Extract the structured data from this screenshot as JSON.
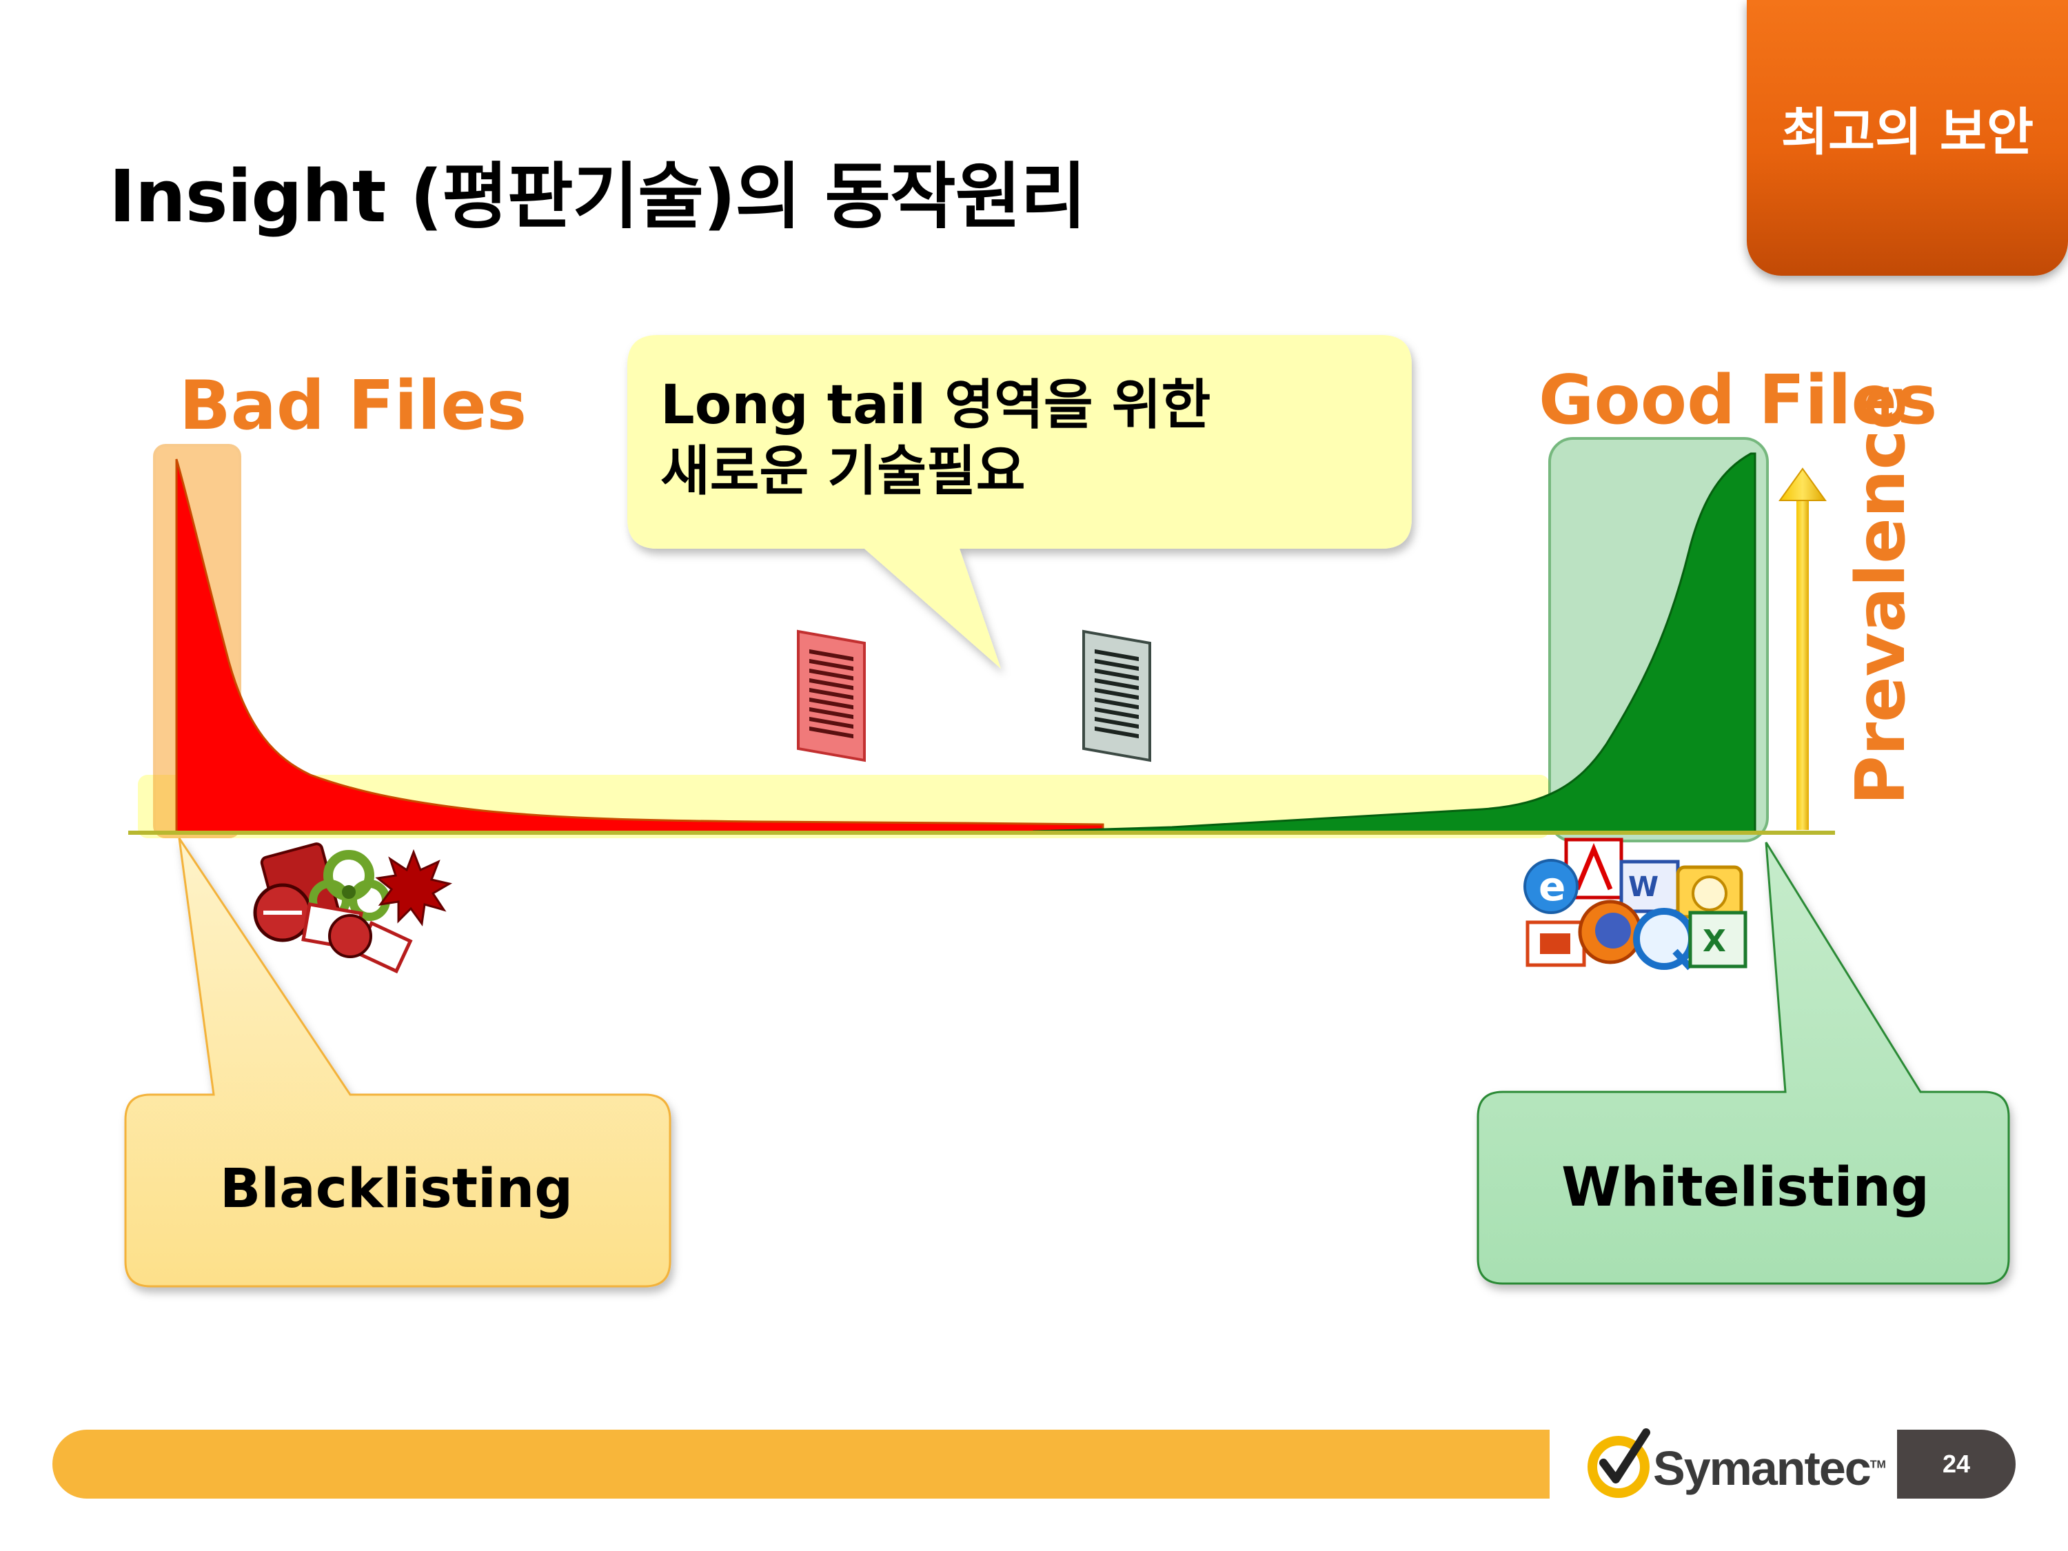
{
  "slide": {
    "title": "Insight (평판기술)의 동작원리",
    "badge": "최고의 보안",
    "page_number": "24"
  },
  "labels": {
    "bad_files": "Bad Files",
    "good_files": "Good Files",
    "prevalence": "Prevalence",
    "bubble": "Long tail 영역을 위한\n새로운 기술필요",
    "blacklisting": "Blacklisting",
    "whitelisting": "Whitelisting"
  },
  "logo": {
    "text": "Symantec",
    "tm": "TM"
  },
  "colors": {
    "accent_orange": "#ef7d22",
    "badge_orange": "#e8630e",
    "bad_red": "#ff0000",
    "good_green": "#0b8a1e",
    "footer_yellow": "#f8b63a",
    "callout_yellow": "#fde59b",
    "callout_green": "#b5e6be",
    "bubble_yellow": "#ffffb3"
  },
  "icons": {
    "malware": [
      "malware-trojan-icon",
      "biohazard-icon",
      "virus-splat-icon",
      "red-chip-icon"
    ],
    "applications": [
      "internet-explorer-icon",
      "adobe-acrobat-icon",
      "word-icon",
      "outlook-icon",
      "powerpoint-icon",
      "firefox-icon",
      "quicktime-icon",
      "excel-icon"
    ]
  }
}
